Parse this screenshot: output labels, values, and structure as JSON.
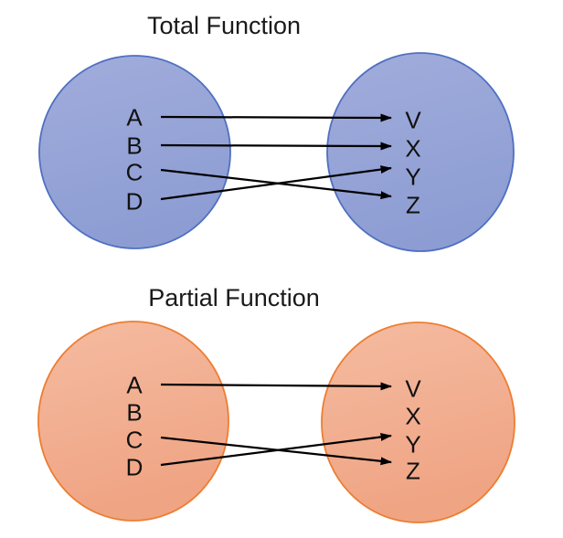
{
  "background": "#FFFFFF",
  "text_color": "#111111",
  "arrow_color": "#000000",
  "diagrams": [
    {
      "id": "total-function",
      "title": "Total Function",
      "domain": [
        "A",
        "B",
        "C",
        "D"
      ],
      "codomain": [
        "V",
        "X",
        "Y",
        "Z"
      ],
      "mappings": [
        {
          "from": "A",
          "to": "V"
        },
        {
          "from": "B",
          "to": "X"
        },
        {
          "from": "C",
          "to": "Z"
        },
        {
          "from": "D",
          "to": "Y"
        }
      ],
      "colors": {
        "fill_light": "#A1ACDB",
        "fill_dark": "#8D9DD3",
        "border": "#4F70C1"
      }
    },
    {
      "id": "partial-function",
      "title": "Partial Function",
      "domain": [
        "A",
        "B",
        "C",
        "D"
      ],
      "codomain": [
        "V",
        "X",
        "Y",
        "Z"
      ],
      "mappings": [
        {
          "from": "A",
          "to": "V"
        },
        {
          "from": "C",
          "to": "Z"
        },
        {
          "from": "D",
          "to": "Y"
        }
      ],
      "colors": {
        "fill_light": "#F5BBA1",
        "fill_dark": "#EFA483",
        "border": "#ED7D31"
      }
    }
  ]
}
